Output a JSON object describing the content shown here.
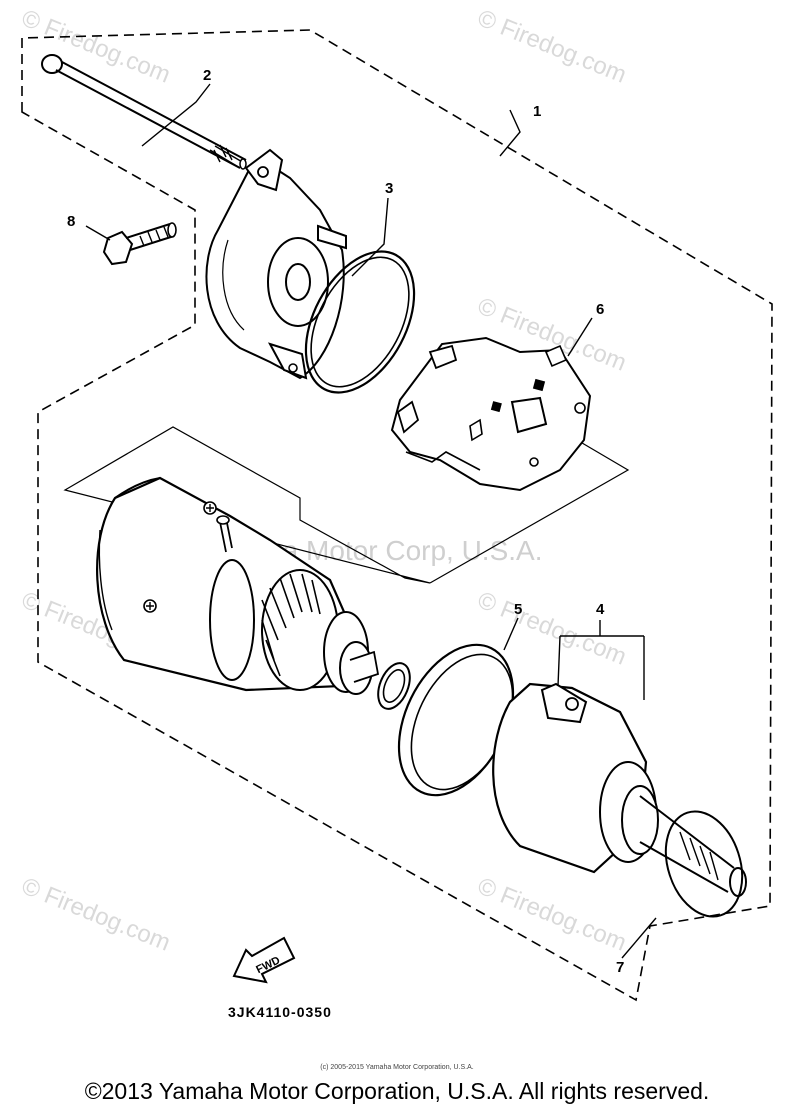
{
  "diagram": {
    "callouts": {
      "c1": "1",
      "c2": "2",
      "c3": "3",
      "c4": "4",
      "c5": "5",
      "c6": "6",
      "c7": "7",
      "c8": "8"
    },
    "fwd_label": "FWD",
    "part_code": "3JK4110-0350"
  },
  "watermarks": {
    "brand": "© Firedog.com",
    "center": "Yamaha Motor Corp, U.S.A."
  },
  "footer": {
    "small_copyright": "(c) 2005-2015 Yamaha Motor Corporation, U.S.A.",
    "copyright": "©2013 Yamaha Motor Corporation, U.S.A. All rights reserved."
  }
}
